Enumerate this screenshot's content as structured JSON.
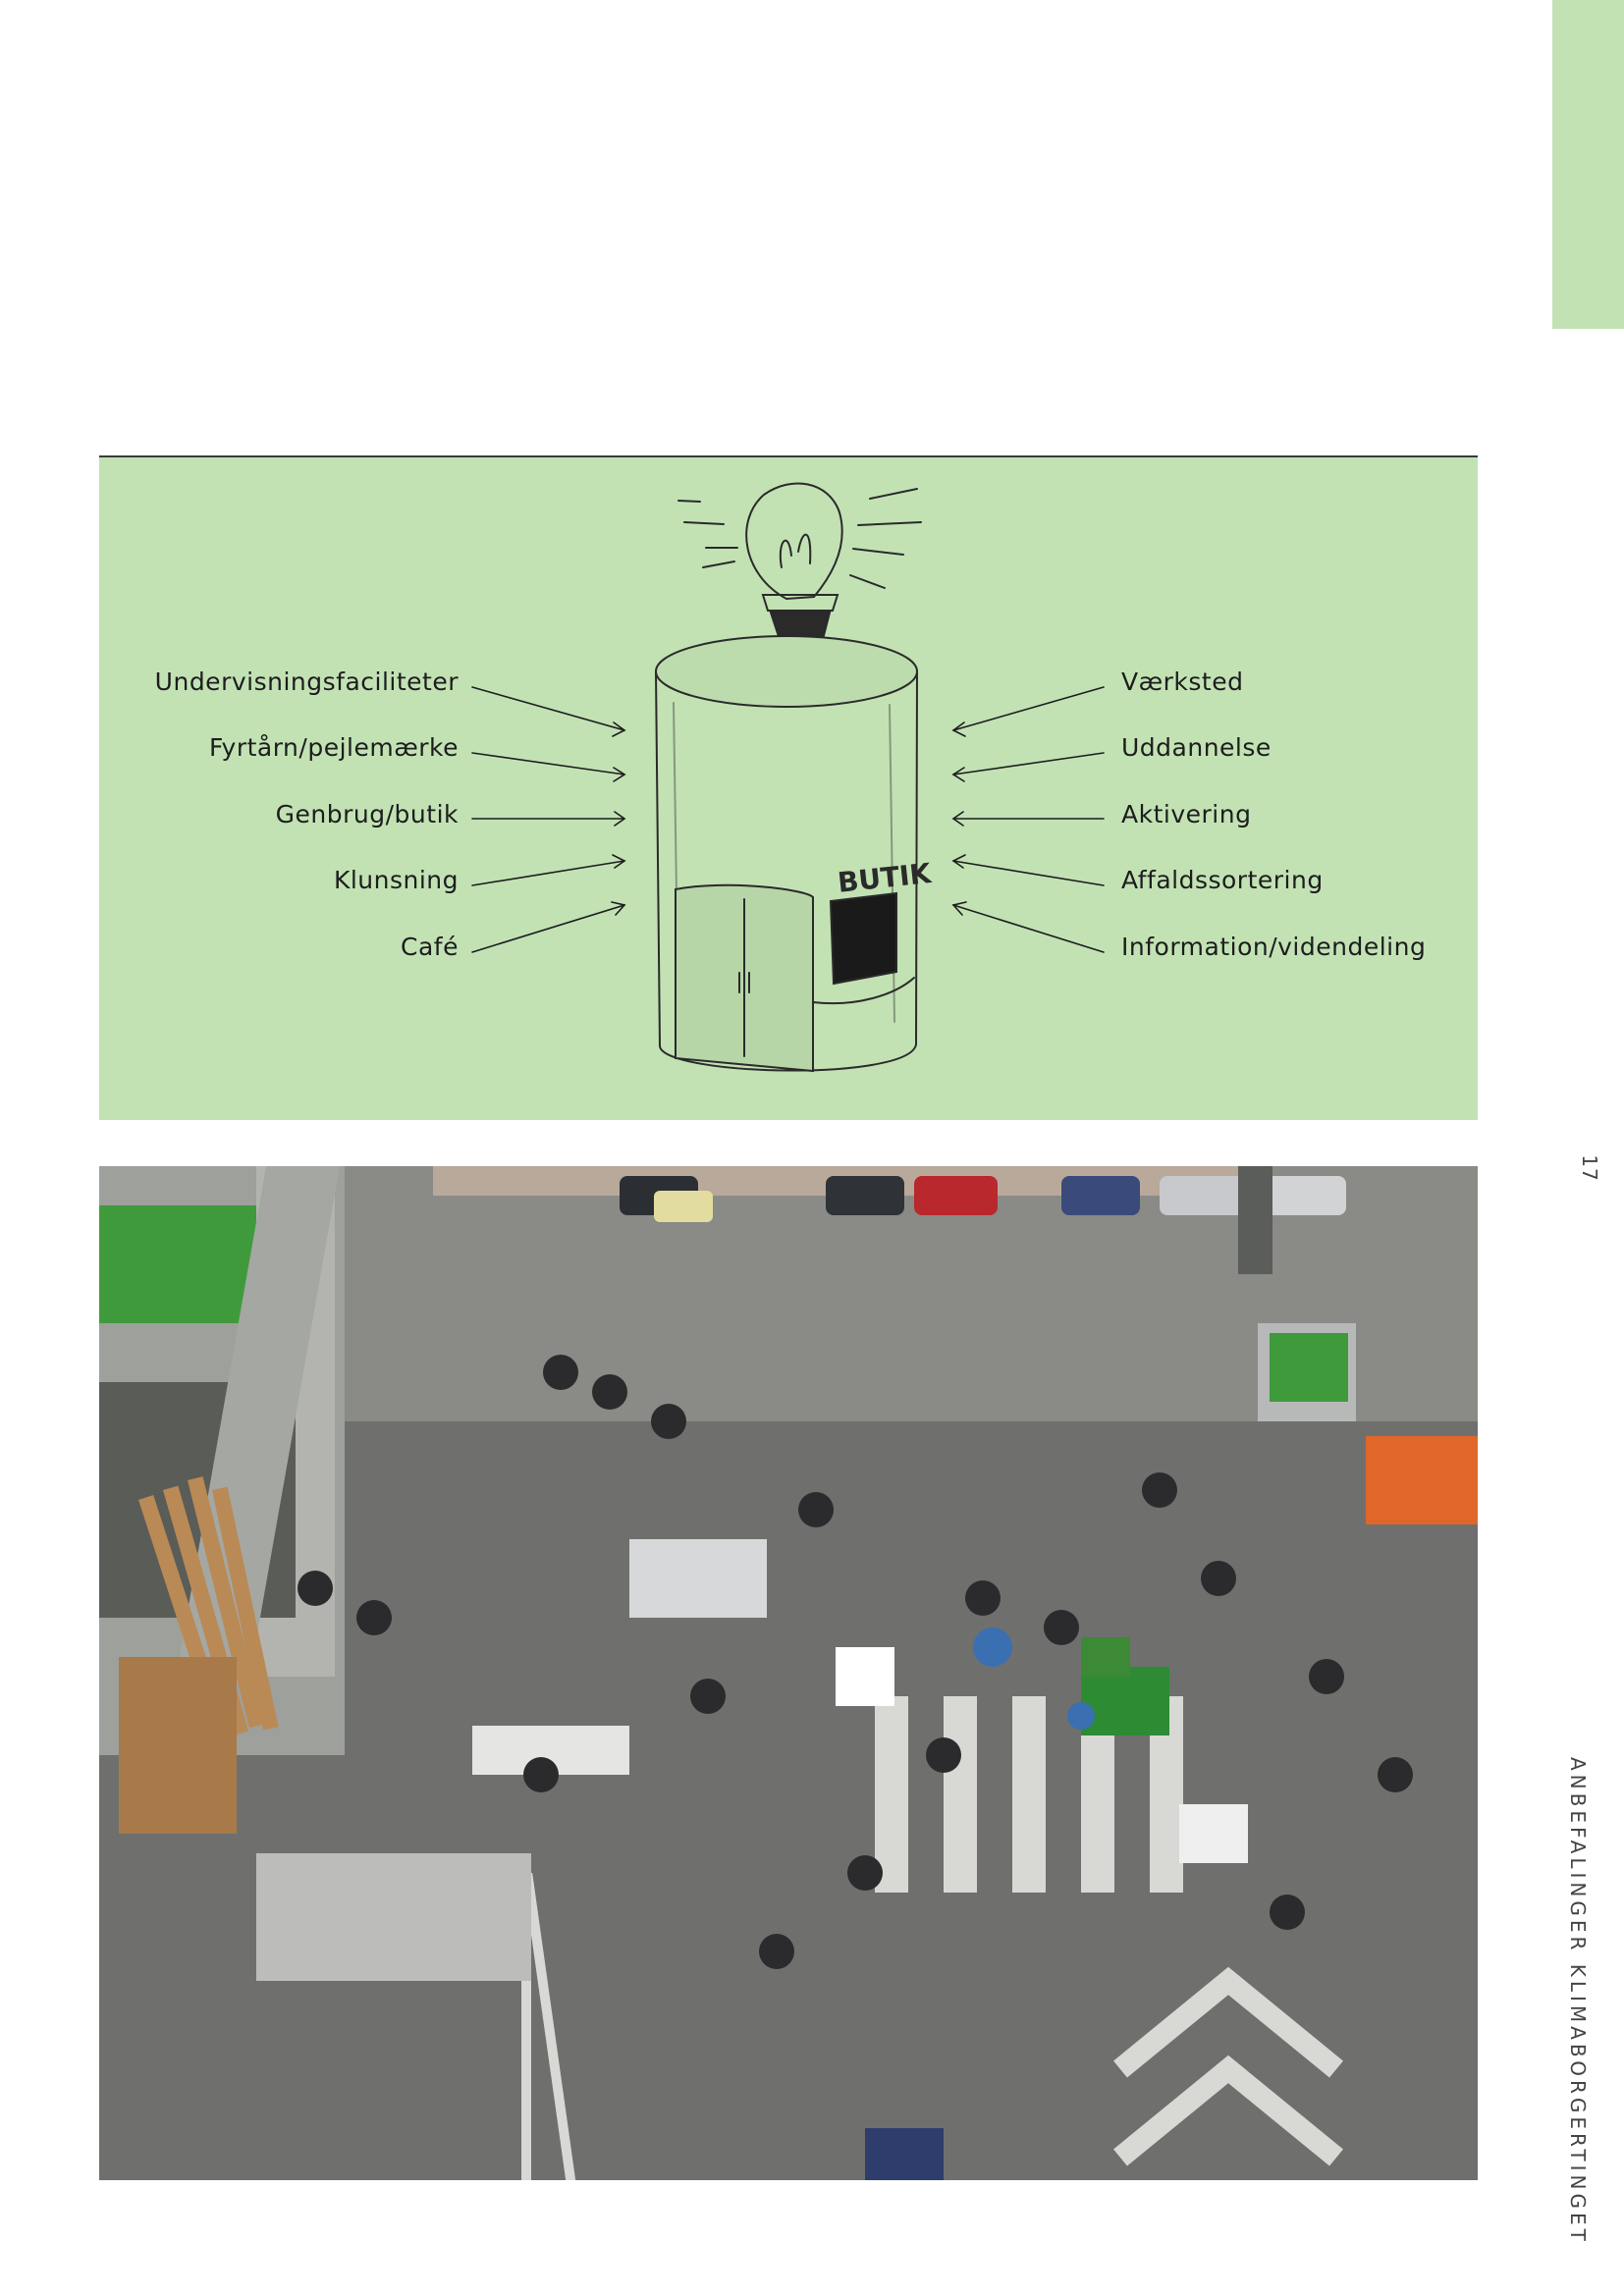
{
  "page": {
    "number": "17",
    "running_title": "ANBEFALINGER KLIMABORGERTINGET"
  },
  "diagram": {
    "tower_sign": "BUTIK",
    "left_labels": [
      "Undervisningsfaciliteter",
      "Fyrtårn/pejlemærke",
      "Genbrug/butik",
      "Klunsning",
      "Café"
    ],
    "right_labels": [
      "Værksted",
      "Uddannelse",
      "Aktivering",
      "Affaldssortering",
      "Information/videndeling"
    ]
  },
  "colors": {
    "accent_green": "#c2e2b4",
    "ink": "#1d1d1d"
  }
}
